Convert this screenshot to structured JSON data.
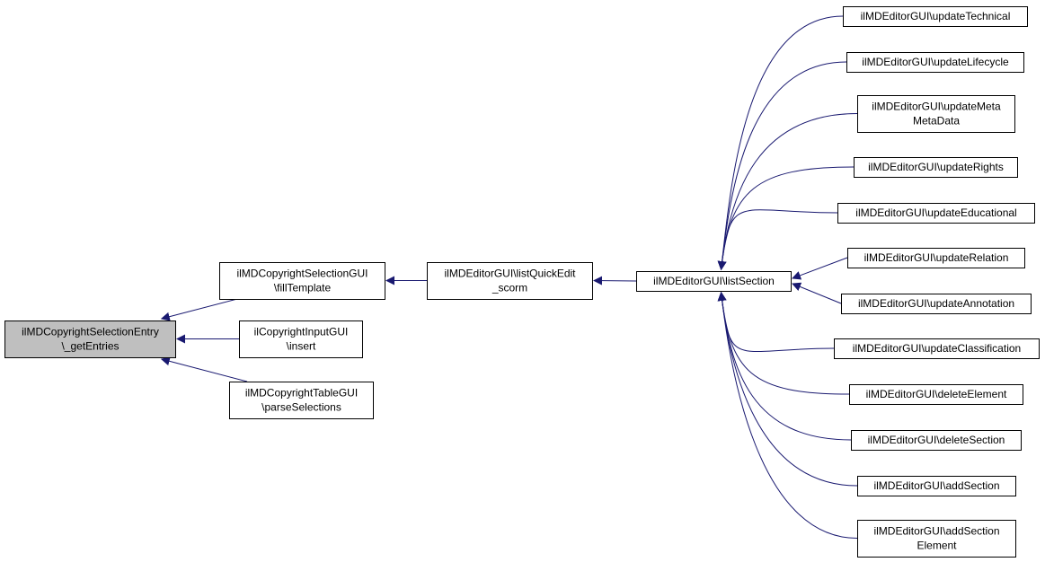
{
  "colors": {
    "edge": "#191970",
    "node_border": "#000000",
    "node_fill": "#ffffff",
    "focus_fill": "#bfbfbf"
  },
  "nodes": [
    {
      "id": "getEntries",
      "lines": [
        "ilMDCopyrightSelectionEntry",
        "\\_getEntries"
      ],
      "focus": true
    },
    {
      "id": "fillTemplate",
      "lines": [
        "ilMDCopyrightSelectionGUI",
        "\\fillTemplate"
      ]
    },
    {
      "id": "insert",
      "lines": [
        "ilCopyrightInputGUI",
        "\\insert"
      ]
    },
    {
      "id": "parseSelections",
      "lines": [
        "ilMDCopyrightTableGUI",
        "\\parseSelections"
      ]
    },
    {
      "id": "listQuickEdit",
      "lines": [
        "ilMDEditorGUI\\listQuickEdit",
        "_scorm"
      ]
    },
    {
      "id": "listSection",
      "lines": [
        "ilMDEditorGUI\\listSection"
      ]
    },
    {
      "id": "updateTechnical",
      "lines": [
        "ilMDEditorGUI\\updateTechnical"
      ]
    },
    {
      "id": "updateLifecycle",
      "lines": [
        "ilMDEditorGUI\\updateLifecycle"
      ]
    },
    {
      "id": "updateMetaMetaData",
      "lines": [
        "ilMDEditorGUI\\updateMeta",
        "MetaData"
      ]
    },
    {
      "id": "updateRights",
      "lines": [
        "ilMDEditorGUI\\updateRights"
      ]
    },
    {
      "id": "updateEducational",
      "lines": [
        "ilMDEditorGUI\\updateEducational"
      ]
    },
    {
      "id": "updateRelation",
      "lines": [
        "ilMDEditorGUI\\updateRelation"
      ]
    },
    {
      "id": "updateAnnotation",
      "lines": [
        "ilMDEditorGUI\\updateAnnotation"
      ]
    },
    {
      "id": "updateClassification",
      "lines": [
        "ilMDEditorGUI\\updateClassification"
      ]
    },
    {
      "id": "deleteElement",
      "lines": [
        "ilMDEditorGUI\\deleteElement"
      ]
    },
    {
      "id": "deleteSection",
      "lines": [
        "ilMDEditorGUI\\deleteSection"
      ]
    },
    {
      "id": "addSection",
      "lines": [
        "ilMDEditorGUI\\addSection"
      ]
    },
    {
      "id": "addSectionElement",
      "lines": [
        "ilMDEditorGUI\\addSection",
        "Element"
      ]
    }
  ],
  "edges": [
    {
      "from": "fillTemplate",
      "to": "getEntries"
    },
    {
      "from": "insert",
      "to": "getEntries"
    },
    {
      "from": "parseSelections",
      "to": "getEntries"
    },
    {
      "from": "listQuickEdit",
      "to": "fillTemplate"
    },
    {
      "from": "listSection",
      "to": "listQuickEdit"
    },
    {
      "from": "updateTechnical",
      "to": "listSection"
    },
    {
      "from": "updateLifecycle",
      "to": "listSection"
    },
    {
      "from": "updateMetaMetaData",
      "to": "listSection"
    },
    {
      "from": "updateRights",
      "to": "listSection"
    },
    {
      "from": "updateEducational",
      "to": "listSection"
    },
    {
      "from": "updateRelation",
      "to": "listSection"
    },
    {
      "from": "updateAnnotation",
      "to": "listSection"
    },
    {
      "from": "updateClassification",
      "to": "listSection"
    },
    {
      "from": "deleteElement",
      "to": "listSection"
    },
    {
      "from": "deleteSection",
      "to": "listSection"
    },
    {
      "from": "addSection",
      "to": "listSection"
    },
    {
      "from": "addSectionElement",
      "to": "listSection"
    }
  ]
}
